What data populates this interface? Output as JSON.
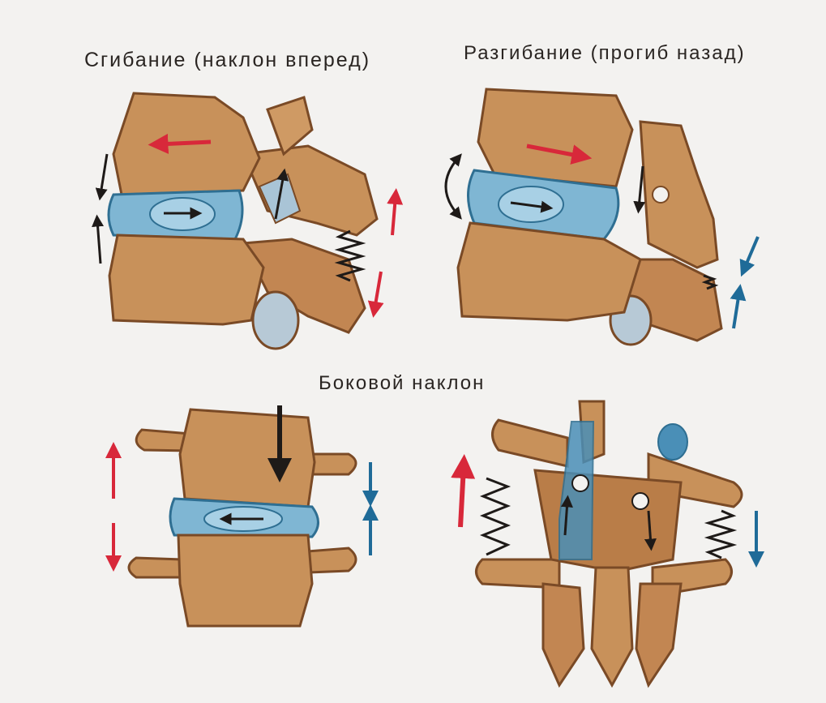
{
  "panels": {
    "flexion": {
      "title": "Сгибание (наклон вперед)"
    },
    "extension": {
      "title": "Разгибание (прогиб назад)"
    },
    "lateral": {
      "title": "Боковой наклон"
    }
  },
  "colors": {
    "paper": "#f3f2f0",
    "bone": "#c8915a",
    "bone_dark": "#7a4a26",
    "disc": "#7fb6d3",
    "disc_dark": "#2f6f92",
    "arrow_red": "#d8283a",
    "arrow_blue": "#1f6b98",
    "ink": "#1e1a18"
  }
}
